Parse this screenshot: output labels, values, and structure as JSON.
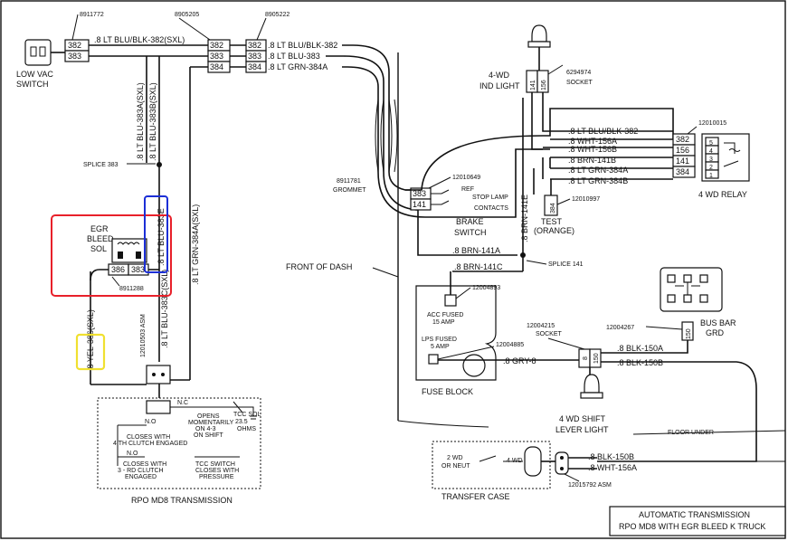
{
  "title_block": {
    "line1": "AUTOMATIC TRANSMISSION",
    "line2": "RPO MD8 WITH EGR BLEED K TRUCK"
  },
  "low_vac_switch": {
    "label_line1": "LOW VAC",
    "label_line2": "SWITCH",
    "part_no": "8911772",
    "pins": [
      "382",
      "383"
    ],
    "wire_label": ".8 LT BLU/BLK-382(SXL)"
  },
  "connector_2": {
    "part_no": "8905205",
    "pins": [
      "382",
      "383",
      "384"
    ]
  },
  "connector_3": {
    "part_no": "8905222",
    "pins": [
      "382",
      "383",
      "384"
    ],
    "wires": [
      ".8 LT BLU/BLK-382",
      ".8 LT BLU-383",
      ".8 LT GRN-384A"
    ]
  },
  "left_vertical_wires": {
    "w1": ".8 LT BLU-383A(SXL)",
    "w2": ".8 LT BLU-383B(SXL)",
    "w3": ".8 LT GRN-384A(SXL)",
    "w4": ".8 LT BLU-383C(SXL)",
    "w5": ".8 LT BLU-383E",
    "w6": ".8 YEL-386(SXL)"
  },
  "splice_383": "SPLICE 383",
  "egr_bleed_sol": {
    "line1": "EGR",
    "line2": "BLEED",
    "line3": "SOL",
    "pins": [
      "386",
      "383"
    ],
    "part_no": "8911288"
  },
  "asm_label": "12010503 ASM",
  "four_wd_ind": {
    "label_line1": "4-WD",
    "label_line2": "IND LIGHT",
    "pins": [
      "141",
      "156"
    ],
    "part_no": "6294974",
    "part_desc": "SOCKET"
  },
  "four_wd_relay": {
    "part_no": "12010015",
    "label": "4 WD RELAY",
    "pins": [
      "382",
      "156",
      "141",
      "384"
    ],
    "internal_pins": [
      "5",
      "4",
      "3",
      "2",
      "1"
    ],
    "wires": [
      ".8 LT BLU/BLK-382",
      ".8 WHT-156A",
      ".8 WHT-156B",
      ".8 BRN-141B",
      ".8 LT GRN-384A",
      ".8 LT GRN-384B"
    ]
  },
  "grommet": {
    "part_no": "8911781",
    "label": "GROMMET"
  },
  "brake_switch": {
    "part_no": "12010649",
    "pins": [
      "383",
      "141"
    ],
    "ref": "REF",
    "stop_lamp": "STOP LAMP",
    "contacts": "CONTACTS",
    "label_line1": "BRAKE",
    "label_line2": "SWITCH",
    "wire_141e": ".8 BRN-141E"
  },
  "test_conn": {
    "pin": "384",
    "part_no": "12010997",
    "label_line1": "TEST",
    "label_line2": "(ORANGE)"
  },
  "front_of_dash": "FRONT OF DASH",
  "brn_141a": ".8 BRN-141A",
  "brn_141c": ".8 BRN-141C",
  "splice_141": "SPLICE 141",
  "fuse_block": {
    "label": "FUSE BLOCK",
    "acc_part": "12004893",
    "acc_line1": "ACC FUSED",
    "acc_line2": "15 AMP",
    "lps_line1": "LPS FUSED",
    "lps_line2": "5 AMP",
    "lps_part": "12004885",
    "gry_wire": ".8 GRY-8"
  },
  "shift_lever_socket": {
    "part_no": "12004215",
    "label": "SOCKET",
    "pins": [
      "8",
      "150"
    ],
    "light_line1": "4 WD SHIFT",
    "light_line2": "LEVER LIGHT"
  },
  "bus_bar": {
    "part_no": "12004267",
    "pin": "150",
    "line1": "BUS BAR",
    "line2": "GRD"
  },
  "blk_wires": {
    "a": ".8 BLK-150A",
    "b": ".8 BLK-150B",
    "floor": "FLOOR UNDER"
  },
  "transfer_case": {
    "label": "TRANSFER CASE",
    "sw_line1": "2 WD",
    "sw_line2": "OR NEUT",
    "sw_tag": "4 WD",
    "wires": [
      ".8 BLK-150B",
      ".8 WHT-156A"
    ],
    "asm": "12015792 ASM"
  },
  "transmission": {
    "label": "RPO MD8 TRANSMISSION",
    "nc": "N.C",
    "no1": "N.O",
    "no2": "N.O",
    "note_opens": [
      "OPENS",
      "MOMENTARILY",
      "ON 4-3",
      "ON SHIFT"
    ],
    "note_tcc": [
      "TCC SOL",
      "23.5",
      "OHMS"
    ],
    "note_4th": [
      "CLOSES WITH",
      "4 TH CLUTCH ENGAGED"
    ],
    "note_3rd": [
      "CLOSES WITH",
      "3 - RD CLUTCH",
      "ENGAGED"
    ],
    "note_tccsw": [
      "TCC SWITCH",
      "CLOSES WITH",
      "PRESSURE"
    ]
  },
  "colors": {
    "red_box": "#e8202a",
    "blue_box": "#1c2fd6",
    "yellow_box": "#f0e030",
    "ink": "#111111"
  }
}
